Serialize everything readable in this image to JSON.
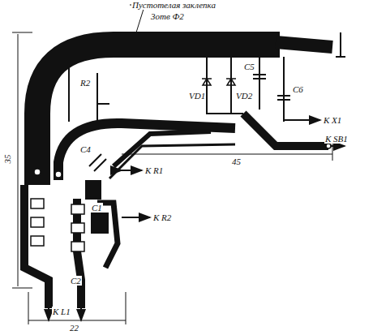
{
  "diagram": {
    "labels": [
      "Пустотелая заклепка",
      "3отв Ф2",
      "R2",
      "VD1",
      "VD2",
      "C5",
      "C6",
      "К X1",
      "К SB1",
      "C4",
      "К R1",
      "C1",
      "К R2",
      "C2",
      "К L1",
      "35",
      "45",
      "22"
    ]
  }
}
